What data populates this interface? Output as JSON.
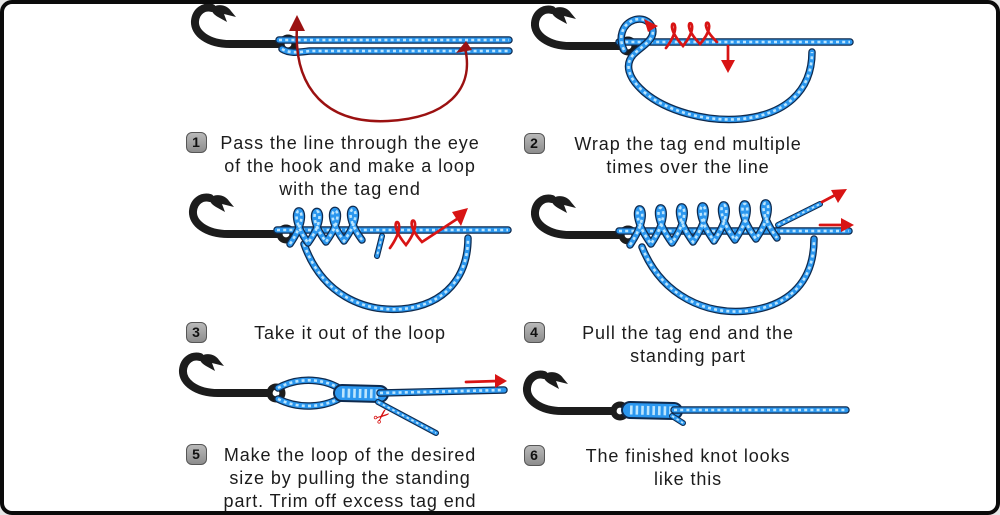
{
  "figure": {
    "description": "How to tie a fishing hook knot in six illustrated steps"
  },
  "colors": {
    "background": "#ffffff",
    "frame_border": "#0b0b0b",
    "line_dark": "#0e2a4e",
    "line_blue": "#2b97ef",
    "line_light": "#bce5fd",
    "hook_black": "#1c1c1c",
    "arrow_red": "#d81414",
    "loop_dark_red": "#9b1111",
    "badge_border": "#565656",
    "text_color": "#1c1c1c"
  },
  "icons": {
    "scissors": "✂"
  },
  "steps": [
    {
      "number": "1",
      "figure_name": "line-through-hook-eye-with-red-loop-and-up-arrow",
      "lines": [
        "Pass the line through the eye",
        "of the hook and make a loop",
        "with the tag end"
      ]
    },
    {
      "number": "2",
      "figure_name": "hanging-loop-with-red-wrap-spiral-and-down-arrow",
      "lines": [
        "Wrap the tag end multiple",
        "times over the line"
      ]
    },
    {
      "number": "3",
      "figure_name": "wraps-over-line-with-loop-and-red-exit-spiral-arrow",
      "lines": [
        "Take it out of the loop"
      ]
    },
    {
      "number": "4",
      "figure_name": "tightening-wraps-with-red-pull-arrows",
      "lines": [
        "Pull the tag end and the",
        "standing part"
      ]
    },
    {
      "number": "5",
      "figure_name": "small-loop-barrel-knot-scissors-trimming-tag-end",
      "lines": [
        "Make the loop of the desired",
        "size by pulling the standing",
        "part. Trim off excess tag end"
      ]
    },
    {
      "number": "6",
      "figure_name": "finished-compact-knot-on-hook-eye",
      "lines": [
        "The finished knot looks",
        "like this"
      ]
    }
  ]
}
